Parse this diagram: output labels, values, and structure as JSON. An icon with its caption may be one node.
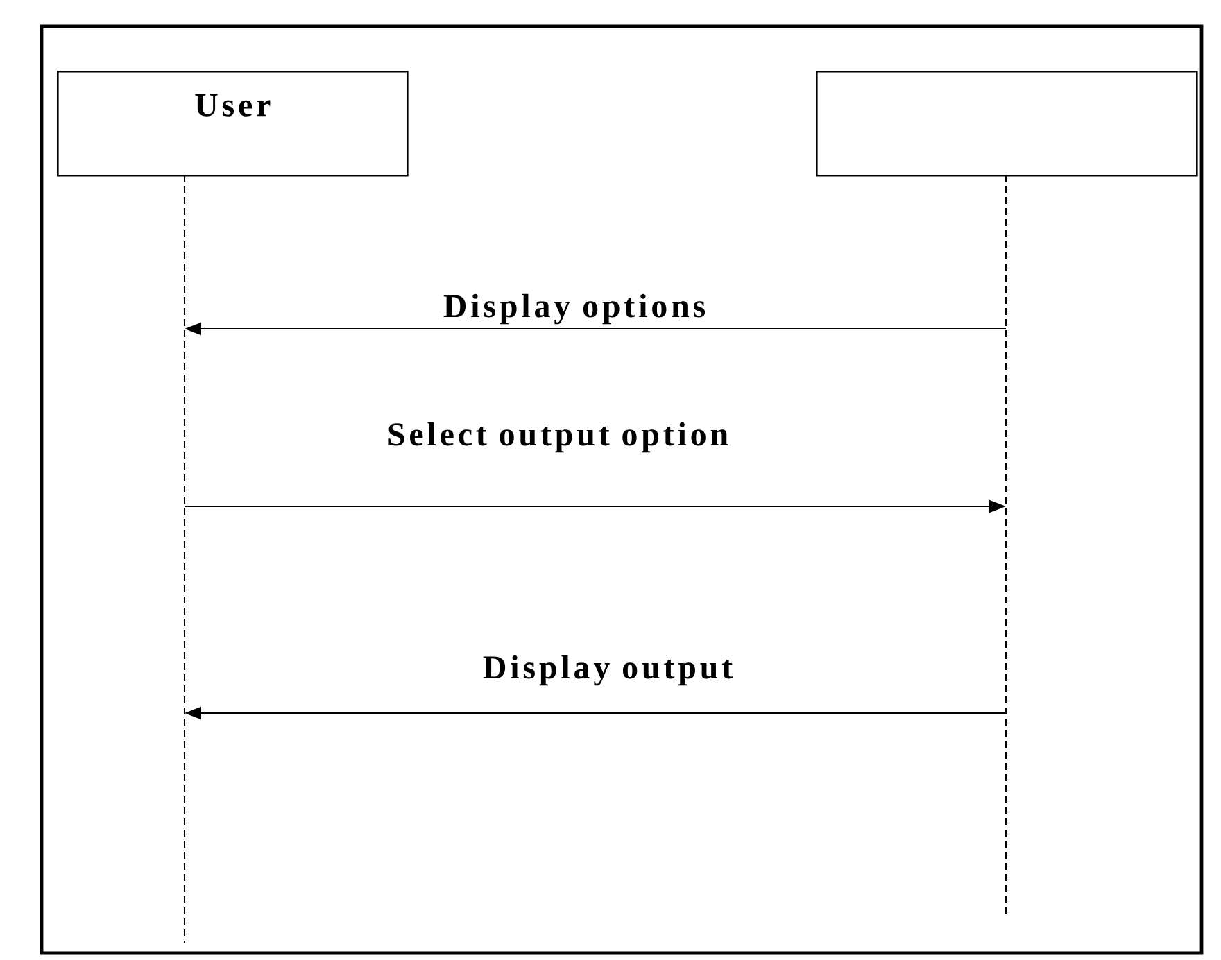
{
  "diagram": {
    "nodes": [
      {
        "text": [
          "User"
        ]
      },
      {
        "text": [],
        "shape": "box"
      }
    ],
    "edges": [
      {
        "from": 1,
        "to": 0,
        "arrow": "to",
        "label": "Display options"
      },
      {
        "from": 0,
        "to": 1,
        "arrow": "to",
        "label": "Select output option"
      },
      {
        "from": 1,
        "to": 0,
        "arrow": "to",
        "label": "Display output"
      }
    ]
  }
}
